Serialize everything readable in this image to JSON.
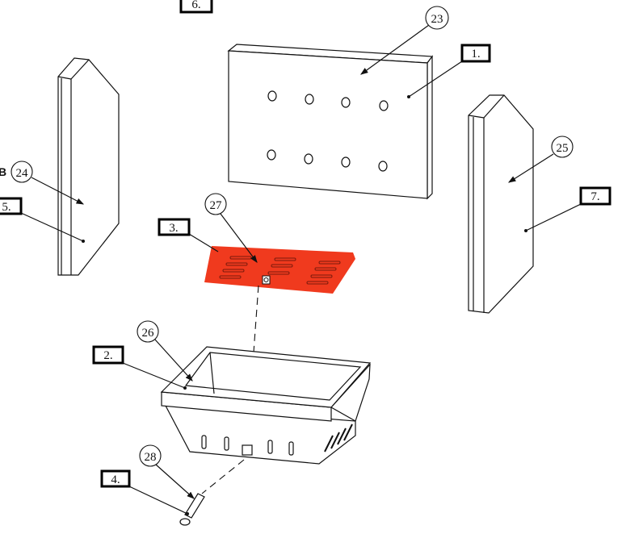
{
  "diagram": {
    "part_labels": {
      "p1": "1.",
      "p2": "2.",
      "p3": "3.",
      "p4": "4.",
      "p5": "5.",
      "p6": "6.",
      "p7": "7."
    },
    "callouts": {
      "c23": "23",
      "c24": "24",
      "c25": "25",
      "c26": "26",
      "c27": "27",
      "c28": "28"
    },
    "side_mark": "B",
    "colors": {
      "grate": "#f03a1e",
      "lines": "#111111"
    }
  }
}
